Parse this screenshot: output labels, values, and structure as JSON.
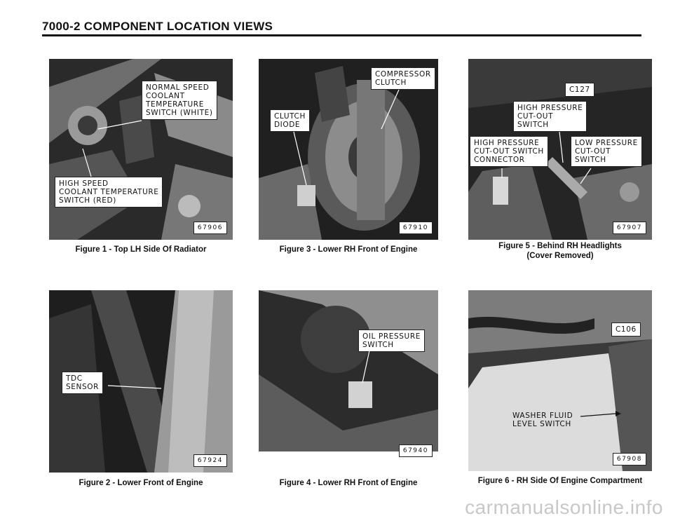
{
  "header": {
    "title": "7000-2  COMPONENT LOCATION VIEWS"
  },
  "figures": [
    {
      "caption": "Figure 1 - Top LH Side Of Radiator",
      "photo_id": "67906",
      "callouts": [
        "NORMAL SPEED\nCOOLANT\nTEMPERATURE\nSWITCH (WHITE)",
        "HIGH SPEED\nCOOLANT TEMPERATURE\nSWITCH (RED)"
      ]
    },
    {
      "caption": "Figure 3 - Lower RH Front of Engine",
      "photo_id": "67910",
      "callouts": [
        "COMPRESSOR\nCLUTCH",
        "CLUTCH\nDIODE"
      ]
    },
    {
      "caption_line1": "Figure 5 - Behind RH Headlights",
      "caption_line2": "(Cover Removed)",
      "photo_id": "67907",
      "callouts": [
        "C127",
        "HIGH PRESSURE\nCUT-OUT\nSWITCH",
        "HIGH PRESSURE\nCUT-OUT SWITCH\nCONNECTOR",
        "LOW PRESSURE\nCUT-OUT\nSWITCH"
      ]
    },
    {
      "caption": "Figure 2 - Lower Front of Engine",
      "photo_id": "67924",
      "callouts": [
        "TDC\nSENSOR"
      ]
    },
    {
      "caption": "Figure 4 - Lower RH Front of Engine",
      "photo_id": "67940",
      "callouts": [
        "OIL PRESSURE\nSWITCH"
      ]
    },
    {
      "caption": "Figure 6 - RH Side Of Engine Compartment",
      "photo_id": "67908",
      "callouts": [
        "C106",
        "WASHER FLUID\nLEVEL SWITCH"
      ]
    }
  ],
  "watermark": "carmanualsonline.info"
}
